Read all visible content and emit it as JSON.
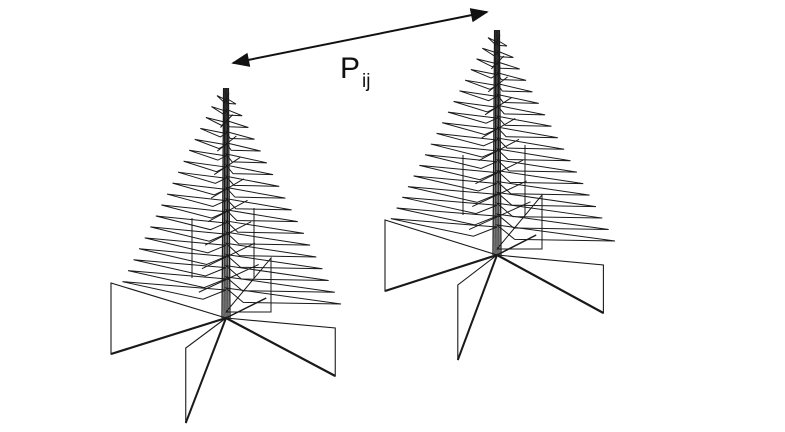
{
  "label": {
    "main": "P",
    "sub": "ij"
  },
  "colors": {
    "line": "#1a1a1a",
    "background": "#ffffff"
  },
  "items": [
    {
      "name": "tree-structure-left"
    },
    {
      "name": "tree-structure-right"
    },
    {
      "name": "distance-arrow"
    }
  ]
}
